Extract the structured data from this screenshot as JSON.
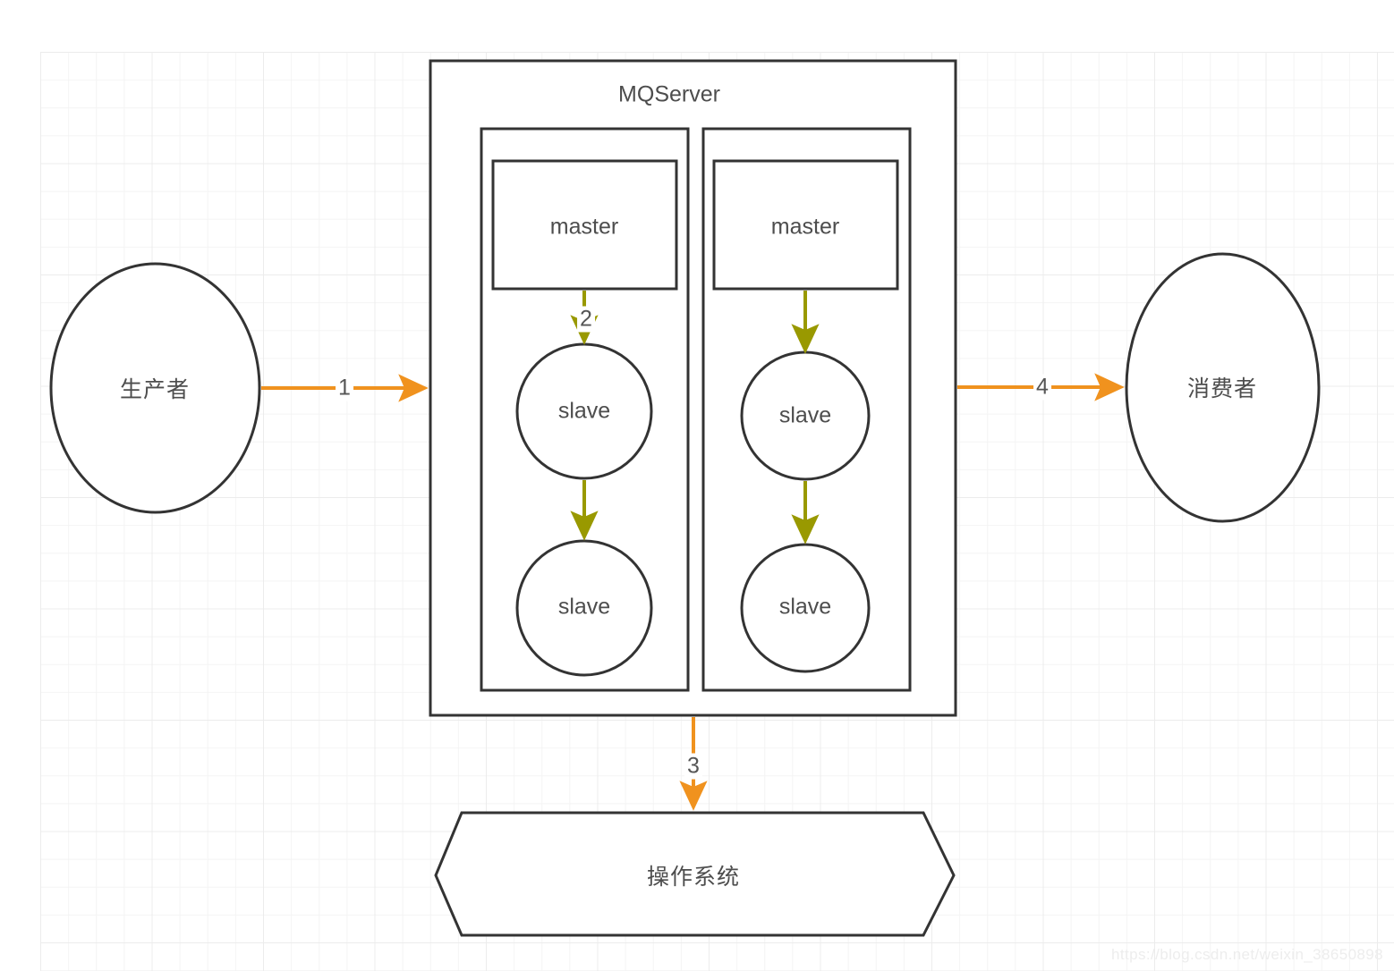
{
  "diagram": {
    "title": "MQServer",
    "background": {
      "grid_minor_color": "#f4f4f4",
      "grid_major_color": "#ececec",
      "page_color": "#ffffff"
    },
    "colors": {
      "shape_stroke": "#333333",
      "text": "#4d4d4d",
      "arrow_orange": "#f0921e",
      "arrow_olive": "#999900"
    },
    "nodes": {
      "producer": {
        "label": "生产者",
        "shape": "ellipse"
      },
      "consumer": {
        "label": "消费者",
        "shape": "ellipse"
      },
      "mqserver": {
        "label": "MQServer",
        "shape": "rectangle"
      },
      "os": {
        "label": "操作系统",
        "shape": "hexagon"
      },
      "broker_left": {
        "master": {
          "label": "master",
          "shape": "rectangle"
        },
        "slave_top": {
          "label": "slave",
          "shape": "circle"
        },
        "slave_bottom": {
          "label": "slave",
          "shape": "circle"
        }
      },
      "broker_right": {
        "master": {
          "label": "master",
          "shape": "rectangle"
        },
        "slave_top": {
          "label": "slave",
          "shape": "circle"
        },
        "slave_bottom": {
          "label": "slave",
          "shape": "circle"
        }
      }
    },
    "edges": [
      {
        "id": "e1",
        "label": "1",
        "color": "#f0921e",
        "from": "producer",
        "to": "mqserver"
      },
      {
        "id": "e2",
        "label": "2",
        "color": "#999900",
        "from": "broker_left.master",
        "to": "broker_left.slave_top"
      },
      {
        "id": "e3",
        "label": "3",
        "color": "#f0921e",
        "from": "mqserver",
        "to": "os"
      },
      {
        "id": "e4",
        "label": "4",
        "color": "#f0921e",
        "from": "mqserver",
        "to": "consumer"
      },
      {
        "id": "e5",
        "label": "",
        "color": "#999900",
        "from": "broker_left.slave_top",
        "to": "broker_left.slave_bottom"
      },
      {
        "id": "e6",
        "label": "",
        "color": "#999900",
        "from": "broker_right.master",
        "to": "broker_right.slave_top"
      },
      {
        "id": "e7",
        "label": "",
        "color": "#999900",
        "from": "broker_right.slave_top",
        "to": "broker_right.slave_bottom"
      }
    ],
    "watermark": "https://blog.csdn.net/weixin_38650898"
  }
}
